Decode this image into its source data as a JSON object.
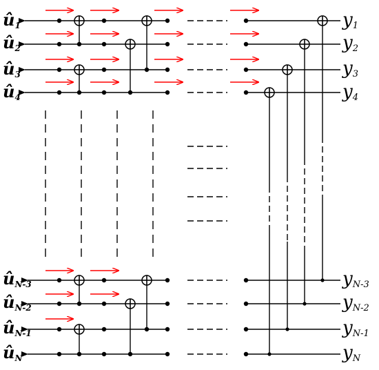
{
  "inputs": {
    "top": [
      {
        "base": "û",
        "sub": "1"
      },
      {
        "base": "û",
        "sub": "2"
      },
      {
        "base": "û",
        "sub": "3"
      },
      {
        "base": "û",
        "sub": "4"
      }
    ],
    "bottom": [
      {
        "base": "û",
        "sub": "N-3"
      },
      {
        "base": "û",
        "sub": "N-2"
      },
      {
        "base": "û",
        "sub": "N-1"
      },
      {
        "base": "û",
        "sub": "N"
      }
    ]
  },
  "outputs": {
    "top": [
      {
        "base": "y",
        "sub": "1"
      },
      {
        "base": "y",
        "sub": "2"
      },
      {
        "base": "y",
        "sub": "3"
      },
      {
        "base": "y",
        "sub": "4"
      }
    ],
    "bottom": [
      {
        "base": "y",
        "sub": "N-3"
      },
      {
        "base": "y",
        "sub": "N-2"
      },
      {
        "base": "y",
        "sub": "N-1"
      },
      {
        "base": "y",
        "sub": "N"
      }
    ]
  },
  "colors": {
    "wire": "#000000",
    "arrow_highlight": "#ff0000",
    "background": "#ffffff"
  }
}
